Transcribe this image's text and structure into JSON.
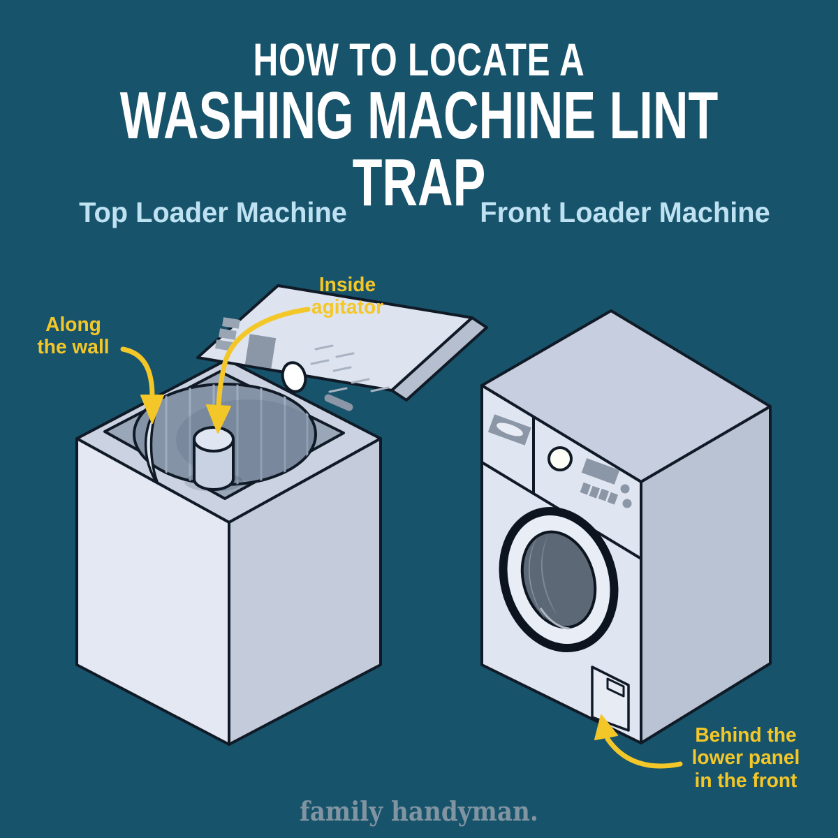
{
  "page": {
    "background_color": "#17536a",
    "accent_yellow": "#f4c729",
    "heading_blue": "#bfe2f3",
    "title_white": "#ffffff",
    "logo_gray": "#8094a2",
    "outline_color": "#101a26",
    "machine_light": "#e3e8f3",
    "machine_medium": "#c4ccdc",
    "drum_gray": "#8593a7"
  },
  "header": {
    "title_line1": "HOW TO LOCATE A",
    "title_line2": "WASHING MACHINE LINT TRAP"
  },
  "sections": {
    "top_loader": {
      "heading": "Top Loader Machine",
      "labels": {
        "along_wall": "Along\nthe wall",
        "inside_agitator": "Inside\nagitator"
      }
    },
    "front_loader": {
      "heading": "Front Loader Machine",
      "labels": {
        "behind_panel": "Behind the\nlower panel\nin the front"
      }
    }
  },
  "footer": {
    "logo": "family handyman."
  }
}
